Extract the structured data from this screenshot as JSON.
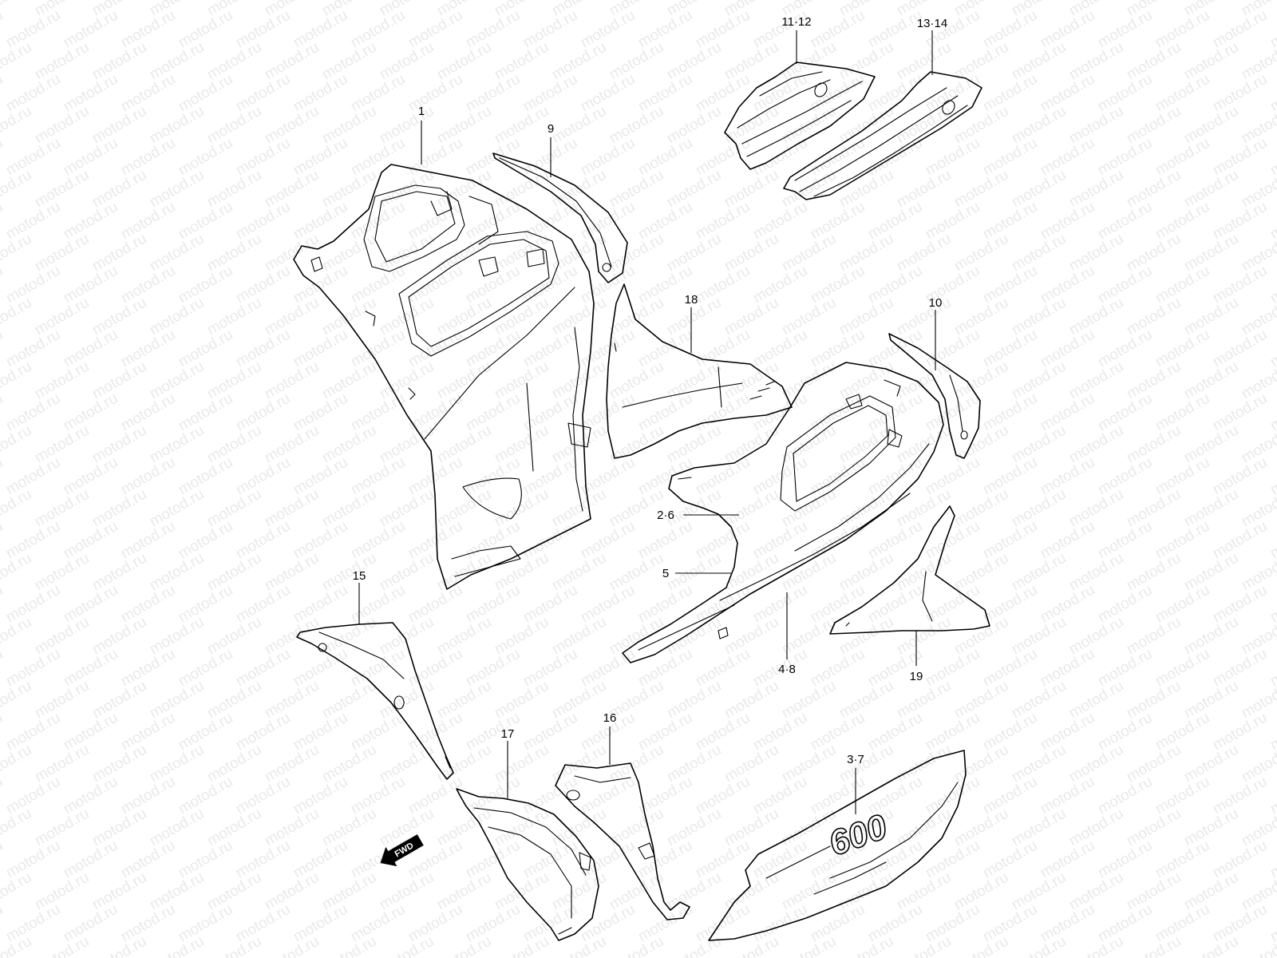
{
  "watermark": "motod.ru",
  "fwd_label": "FWD",
  "logo_text": "600",
  "callouts": [
    {
      "id": "c-1",
      "text": "1"
    },
    {
      "id": "c-9",
      "text": "9"
    },
    {
      "id": "c-11-12",
      "text": "11·12"
    },
    {
      "id": "c-13-14",
      "text": "13·14"
    },
    {
      "id": "c-18",
      "text": "18"
    },
    {
      "id": "c-10",
      "text": "10"
    },
    {
      "id": "c-2-6",
      "text": "2·6"
    },
    {
      "id": "c-5",
      "text": "5"
    },
    {
      "id": "c-4-8",
      "text": "4·8"
    },
    {
      "id": "c-19",
      "text": "19"
    },
    {
      "id": "c-15",
      "text": "15"
    },
    {
      "id": "c-17",
      "text": "17"
    },
    {
      "id": "c-16",
      "text": "16"
    },
    {
      "id": "c-3-7",
      "text": "3·7"
    }
  ]
}
